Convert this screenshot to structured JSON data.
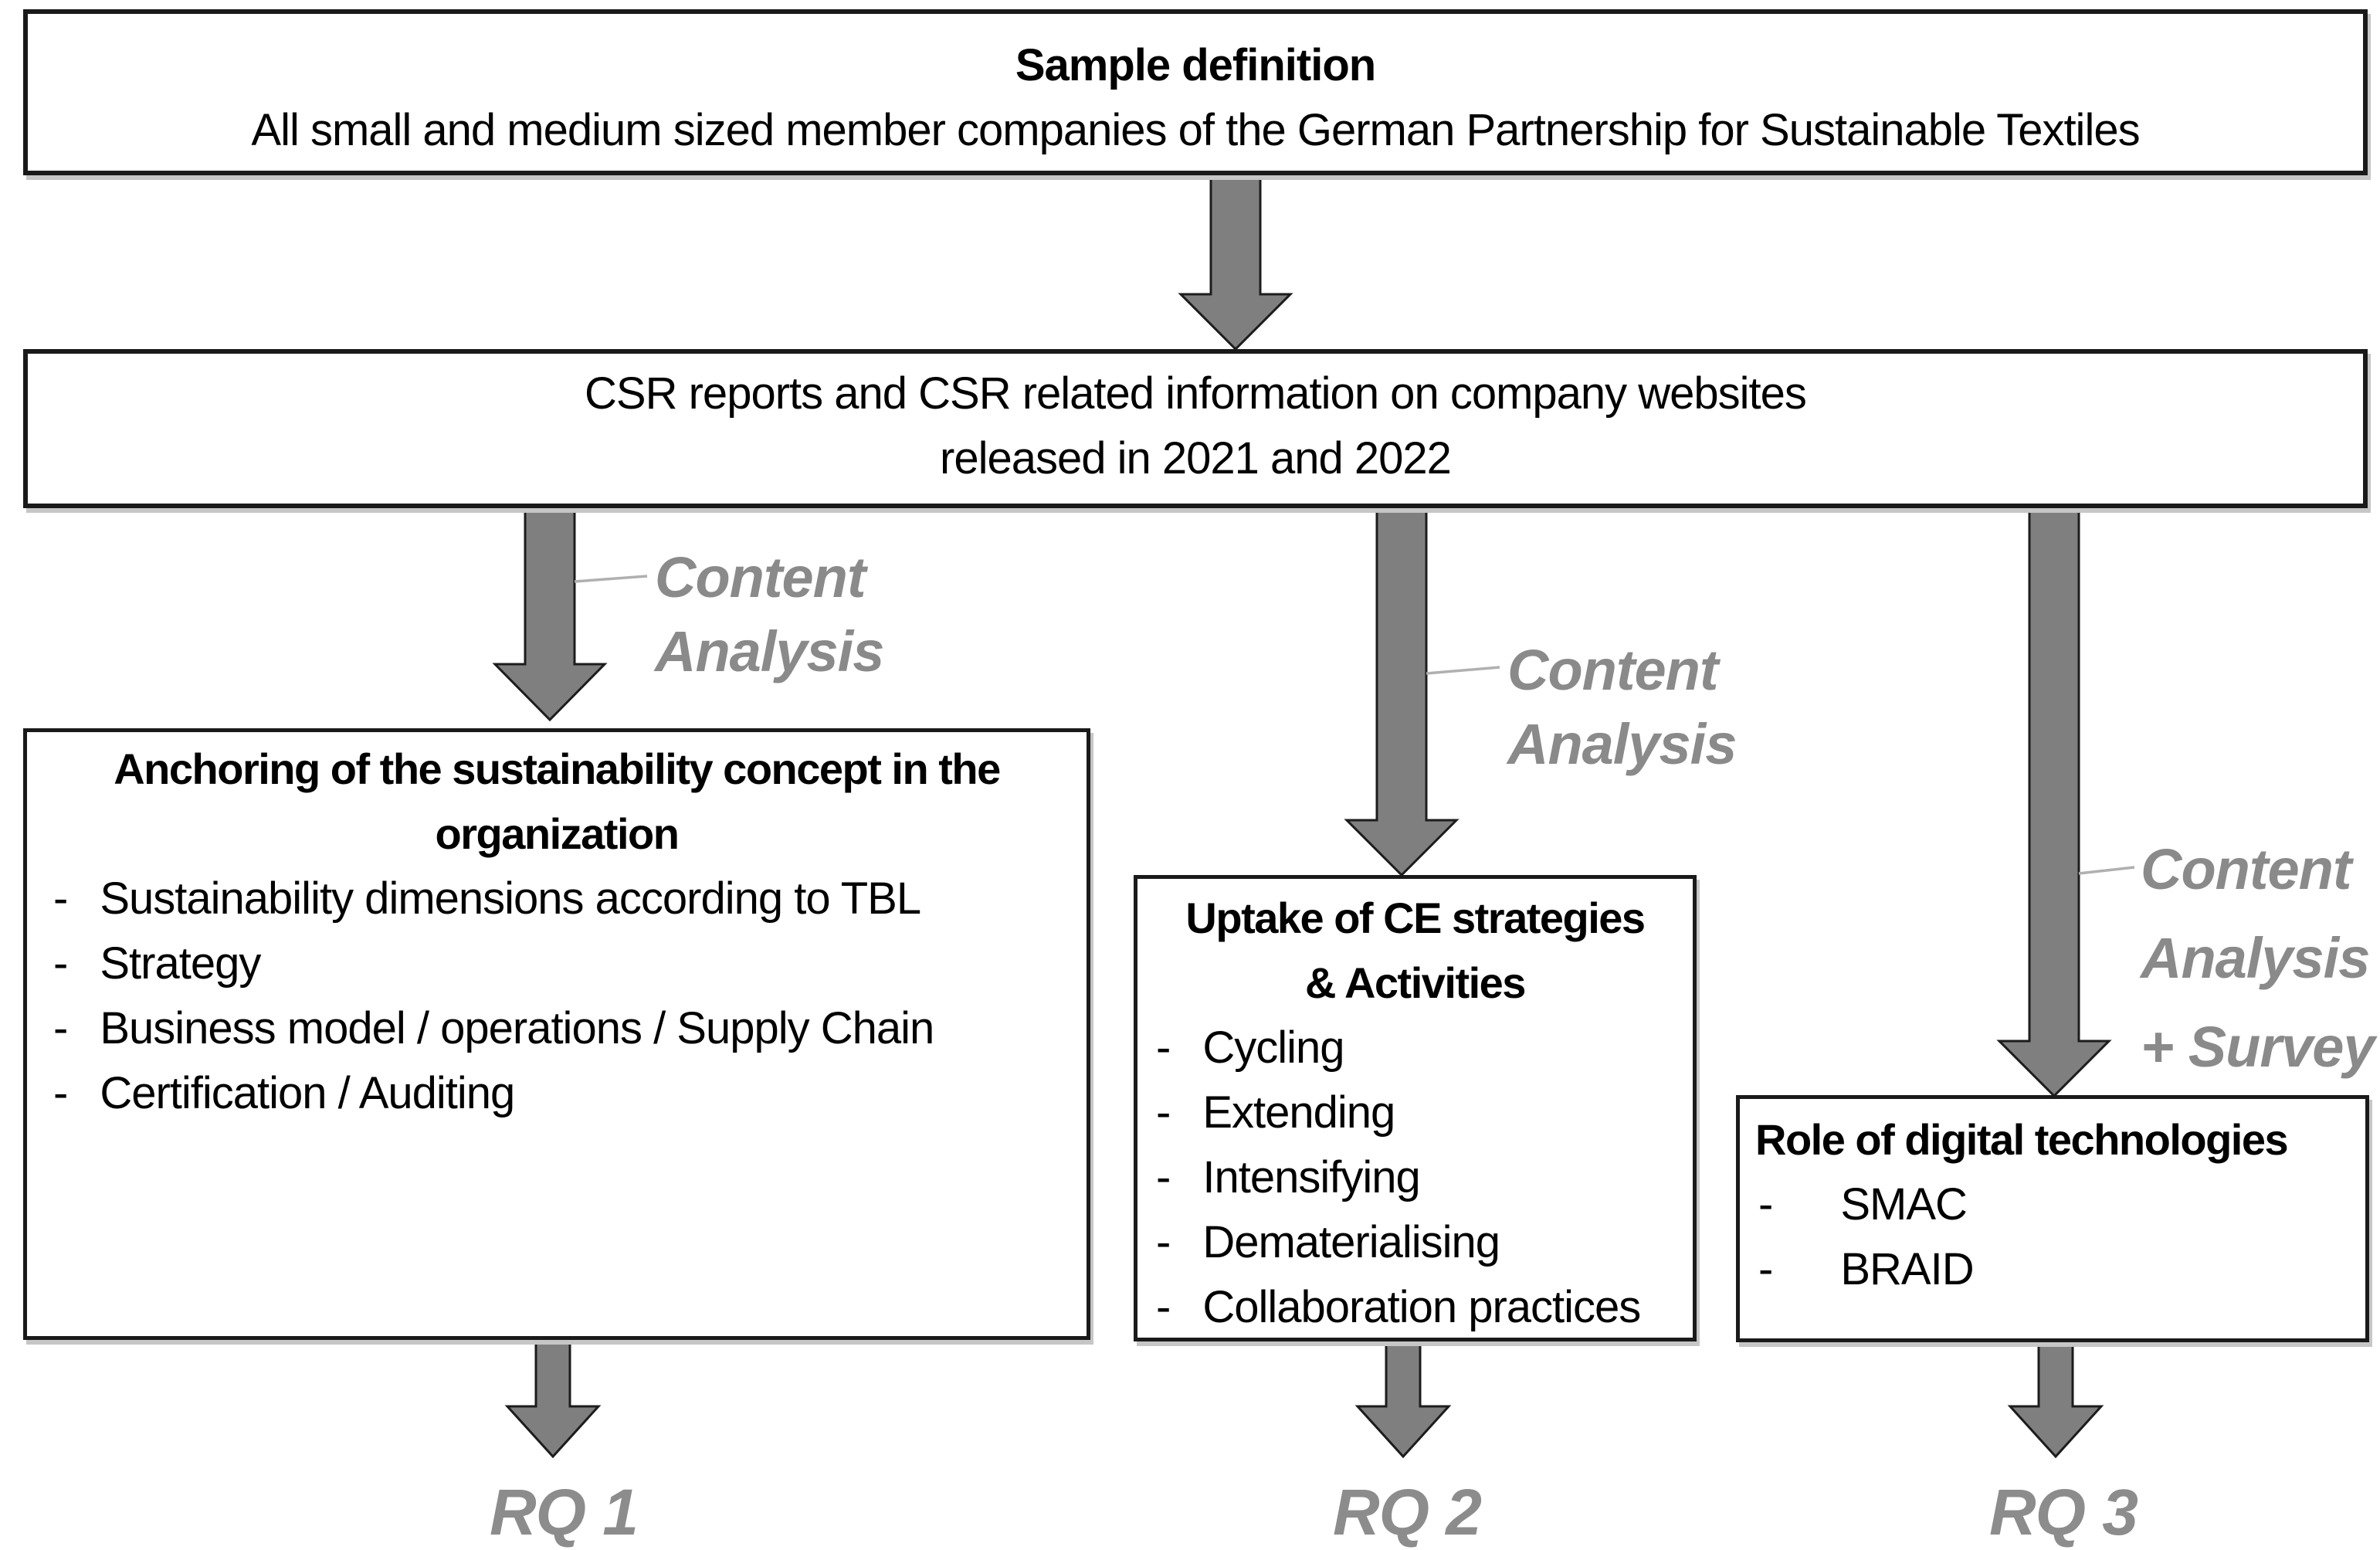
{
  "diagram": {
    "bullet_char": "-",
    "colors": {
      "arrow_fill": "#7f7f7f",
      "arrow_outline": "#1c1c1c",
      "box_border": "#1a1a1a",
      "method_label_gray": "#8a8a8a",
      "rq_gray": "#8c8c8c",
      "connector_gray": "#b0b0b0"
    },
    "sample_box": {
      "title": "Sample definition",
      "subtitle": "All small and medium sized member companies of the German Partnership for Sustainable Textiles"
    },
    "csr_box": {
      "line1": "CSR reports and CSR related information on company websites",
      "line2": "released in 2021 and 2022"
    },
    "method_labels": {
      "left": {
        "line1": "Content",
        "line2": "Analysis"
      },
      "middle": {
        "line1": "Content",
        "line2": "Analysis"
      },
      "right": {
        "line1": "Content",
        "line2": "Analysis",
        "line3": "+ Survey"
      }
    },
    "anchoring_box": {
      "title_line1": "Anchoring of the sustainability concept in the",
      "title_line2": "organization",
      "items": [
        "Sustainability dimensions according to TBL",
        "Strategy",
        "Business model / operations / Supply Chain",
        "Certification / Auditing"
      ]
    },
    "uptake_box": {
      "title_line1": "Uptake of CE strategies",
      "title_line2": "& Activities",
      "items": [
        "Cycling",
        "Extending",
        "Intensifying",
        "Dematerialising",
        "Collaboration practices"
      ]
    },
    "digital_box": {
      "title": "Role of digital technologies",
      "items": [
        "SMAC",
        "BRAID"
      ]
    },
    "outputs": {
      "rq1": "RQ 1",
      "rq2": "RQ 2",
      "rq3": "RQ 3"
    }
  }
}
